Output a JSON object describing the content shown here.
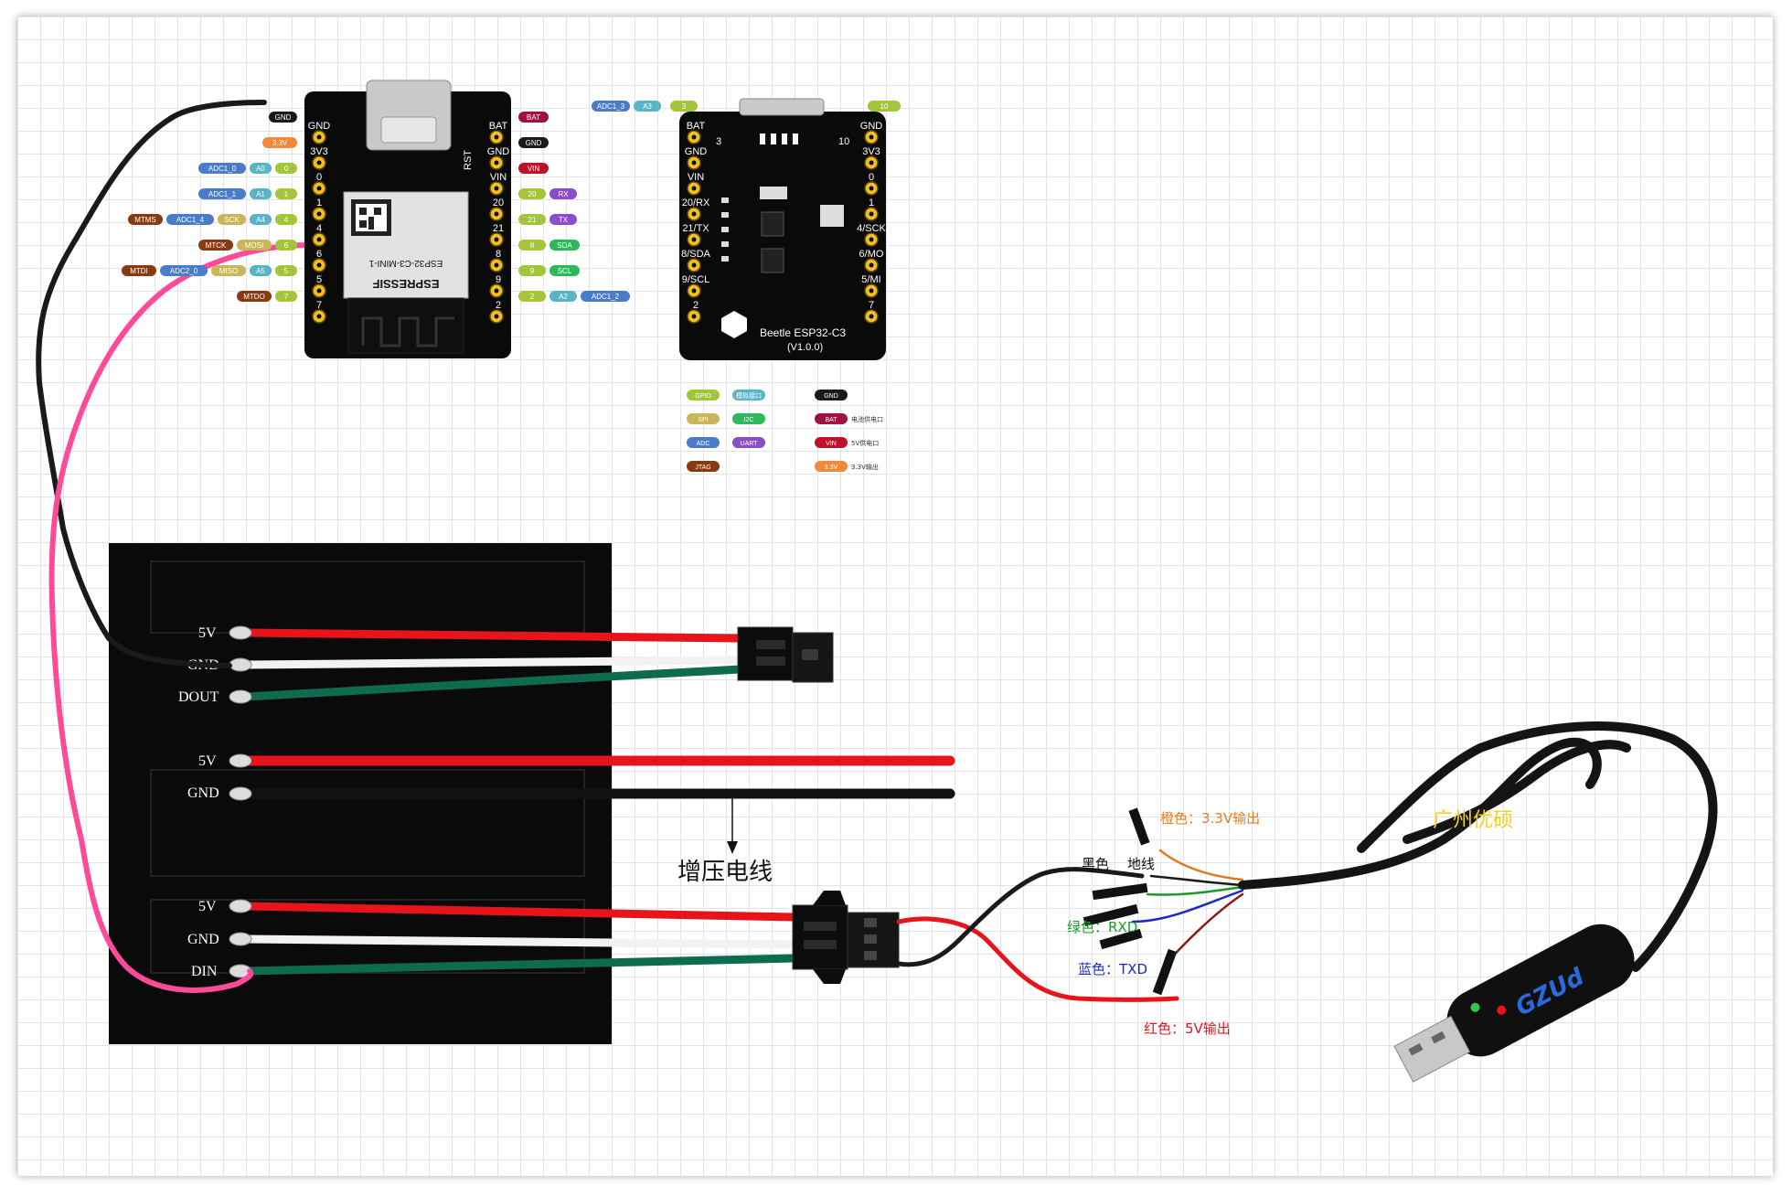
{
  "board_left": {
    "module_label": "ESP32-C3-MINI-1",
    "brand": "ESPRESSIF",
    "left_pins": [
      "GND",
      "3V3",
      "0",
      "1",
      "4",
      "6",
      "5",
      "7"
    ],
    "right_pins": [
      "BAT",
      "GND",
      "VIN",
      "20",
      "21",
      "8",
      "9",
      "2"
    ],
    "rst_label": "RST"
  },
  "board_right": {
    "name": "Beetle ESP32-C3",
    "version": "(V1.0.0)",
    "top_labels": [
      "3",
      "10"
    ],
    "left_pins": [
      "BAT",
      "GND",
      "VIN",
      "20/RX",
      "21/TX",
      "8/SDA",
      "9/SCL",
      "2"
    ],
    "right_pins": [
      "GND",
      "3V3",
      "0",
      "1",
      "4/SCK",
      "6/MO",
      "5/MI",
      "7"
    ]
  },
  "tags_left": [
    [
      "GND"
    ],
    [
      "3.3V"
    ],
    [
      "ADC1_0",
      "A0",
      "0"
    ],
    [
      "ADC1_1",
      "A1",
      "1"
    ],
    [
      "MTMS",
      "ADC1_4",
      "SCK",
      "A4",
      "4"
    ],
    [
      "MTCK",
      "MOSI",
      "6"
    ],
    [
      "MTDI",
      "ADC2_0",
      "MISO",
      "A5",
      "5"
    ],
    [
      "MTDO",
      "7"
    ]
  ],
  "tags_right": [
    [
      "BAT"
    ],
    [
      "GND"
    ],
    [
      "VIN"
    ],
    [
      "20",
      "RX"
    ],
    [
      "21",
      "TX"
    ],
    [
      "8",
      "SDA"
    ],
    [
      "9",
      "SCL"
    ],
    [
      "2",
      "A2",
      "ADC1_2"
    ]
  ],
  "tags_top": [
    "ADC1_3",
    "A3",
    "3",
    "10"
  ],
  "legend": [
    {
      "tag": "GPIO",
      "color": "#a4c43a",
      "note": ""
    },
    {
      "tag": "模拟接口",
      "color": "#5ab4c8",
      "note": ""
    },
    {
      "tag": "GND",
      "color": "#1a1a1a",
      "note": ""
    },
    {
      "tag": "SPI",
      "color": "#c9b65a",
      "note": ""
    },
    {
      "tag": "I2C",
      "color": "#2eb85c",
      "note": ""
    },
    {
      "tag": "BAT",
      "color": "#a01040",
      "note": "电池供电口"
    },
    {
      "tag": "ADC",
      "color": "#4a7cc8",
      "note": ""
    },
    {
      "tag": "UART",
      "color": "#8a4cc8",
      "note": ""
    },
    {
      "tag": "VIN",
      "color": "#c0102a",
      "note": "5V供电口"
    },
    {
      "tag": "JTAG",
      "color": "#8a3a10",
      "note": ""
    },
    {
      "tag": "3.3V",
      "color": "#f08a3a",
      "note": "3.3V输出"
    }
  ],
  "led_panel": {
    "top_labels": [
      "5V",
      "GND",
      "DOUT"
    ],
    "mid_labels": [
      "5V",
      "GND"
    ],
    "bottom_labels": [
      "5V",
      "GND",
      "DIN"
    ]
  },
  "boost_wire_label": "增压电线",
  "usb_adapter": {
    "brand_text": "广州优硕",
    "logo": "GZUd",
    "labels": {
      "orange": "橙色：3.3V输出",
      "black": "黑色",
      "ground": "地线",
      "green": "绿色：RXD",
      "blue": "蓝色：TXD",
      "red": "红色：5V输出"
    }
  },
  "colors": {
    "wire_red": "#e8141c",
    "wire_black": "#1a1a1a",
    "wire_pink": "#ff4a9a",
    "wire_green": "#0e6b4f",
    "label_orange": "#f07a1a",
    "label_green": "#1a9a2a",
    "label_blue": "#1a2ac8",
    "label_red": "#e8141c",
    "brand_yellow": "#f5d020"
  }
}
